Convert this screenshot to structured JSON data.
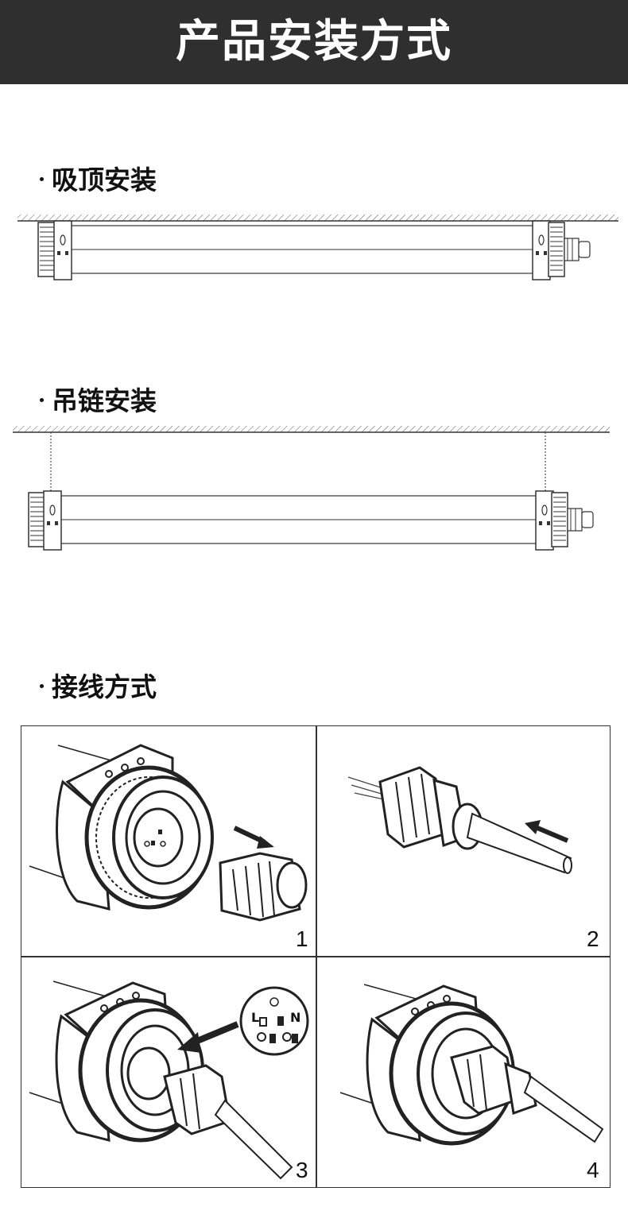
{
  "header": {
    "title": "产品安装方式"
  },
  "sections": {
    "ceiling": {
      "title": "吸顶安装"
    },
    "chain": {
      "title": "吊链安装"
    },
    "wiring": {
      "title": "接线方式"
    }
  },
  "steps": [
    {
      "number": "1"
    },
    {
      "number": "2"
    },
    {
      "number": "3",
      "terminal_labels": [
        "L",
        "N"
      ]
    },
    {
      "number": "4"
    }
  ],
  "colors": {
    "banner": "#2f2f2f",
    "banner_text": "#ffffff",
    "line": "#333333"
  }
}
